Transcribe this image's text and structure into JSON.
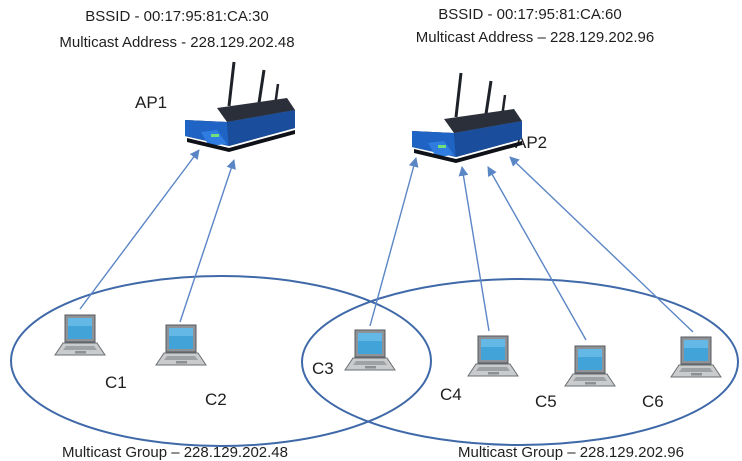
{
  "ap1": {
    "bssid_label": "BSSID - 00:17:95:81:CA:30",
    "multicast_label": "Multicast Address - 228.129.202.48",
    "name": "AP1"
  },
  "ap2": {
    "bssid_label": "BSSID - 00:17:95:81:CA:60",
    "multicast_label": "Multicast Address – 228.129.202.96",
    "name": "AP2"
  },
  "clients": [
    "C1",
    "C2",
    "C3",
    "C4",
    "C5",
    "C6"
  ],
  "groups": {
    "group1_label": "Multicast Group – 228.129.202.48",
    "group2_label": "Multicast Group – 228.129.202.96"
  },
  "colors": {
    "arrow": "#5b86c5",
    "ellipse": "#3f69a8",
    "router_blue": "#1f64c4",
    "router_dark": "#141821"
  }
}
